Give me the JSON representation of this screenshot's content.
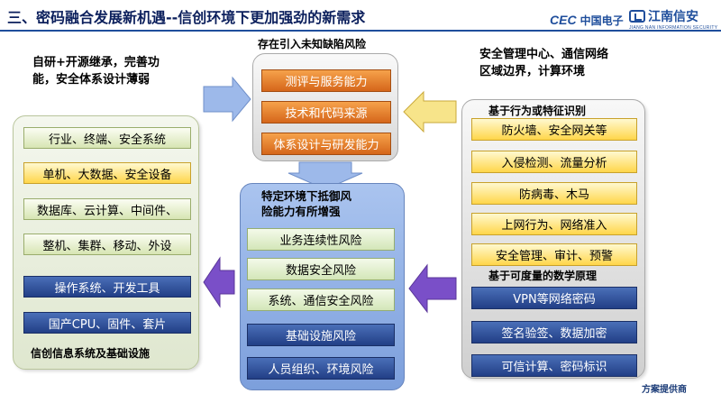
{
  "header": {
    "title": "三、密码融合发展新机遇--信创环境下更加强劲的新需求",
    "logo_cec_mark": "CEC",
    "logo_cec_name": "中国电子",
    "logo_jn_name": "江南信安",
    "logo_jn_sub": "JIANG NAN INFORMATION SECURITY"
  },
  "left": {
    "note_line1": "自研+开源继承，完善功",
    "note_line2": "能，安全体系设计薄弱",
    "items": [
      {
        "label": "行业、终端、安全系统",
        "style": "green"
      },
      {
        "label": "单机、大数据、安全设备",
        "style": "yellow"
      },
      {
        "label": "数据库、云计算、中间件、",
        "style": "green"
      },
      {
        "label": "整机、集群、移动、外设",
        "style": "green"
      },
      {
        "label": "操作系统、开发工具",
        "style": "navy"
      },
      {
        "label": "国产CPU、固件、套片",
        "style": "navy"
      }
    ],
    "caption": "信创信息系统及基础设施"
  },
  "top": {
    "caption": "存在引入未知缺陷风险",
    "items": [
      "测评与服务能力",
      "技术和代码来源",
      "体系设计与研发能力"
    ]
  },
  "middle": {
    "caption_line1": "特定环境下抵御风",
    "caption_line2": "险能力有所增强",
    "items": [
      {
        "label": "业务连续性风险",
        "style": "mint"
      },
      {
        "label": "数据安全风险",
        "style": "mint"
      },
      {
        "label": "系统、通信安全风险",
        "style": "mint"
      },
      {
        "label": "基础设施风险",
        "style": "navy"
      },
      {
        "label": "人员组织、环境风险",
        "style": "navy"
      }
    ]
  },
  "right": {
    "note_line1": "安全管理中心、通信网络",
    "note_line2": "区域边界，计算环境",
    "caption_top": "基于行为或特征识别",
    "items_top": [
      "防火墙、安全网关等",
      "入侵检测、流量分析",
      "防病毒、木马",
      "上网行为、网络准入",
      "安全管理、审计、预警"
    ],
    "caption_bottom": "基于可度量的数学原理",
    "items_bottom": [
      "VPN等网络密码",
      "签名验签、数据加密",
      "可信计算、密码标识"
    ]
  },
  "footer": {
    "text": "方案提供商"
  },
  "colors": {
    "title": "#0b1f5c",
    "arrow_blue": "#9db9ea",
    "arrow_yellow": "#f7e48a",
    "arrow_purple": "#7a4fc8"
  }
}
